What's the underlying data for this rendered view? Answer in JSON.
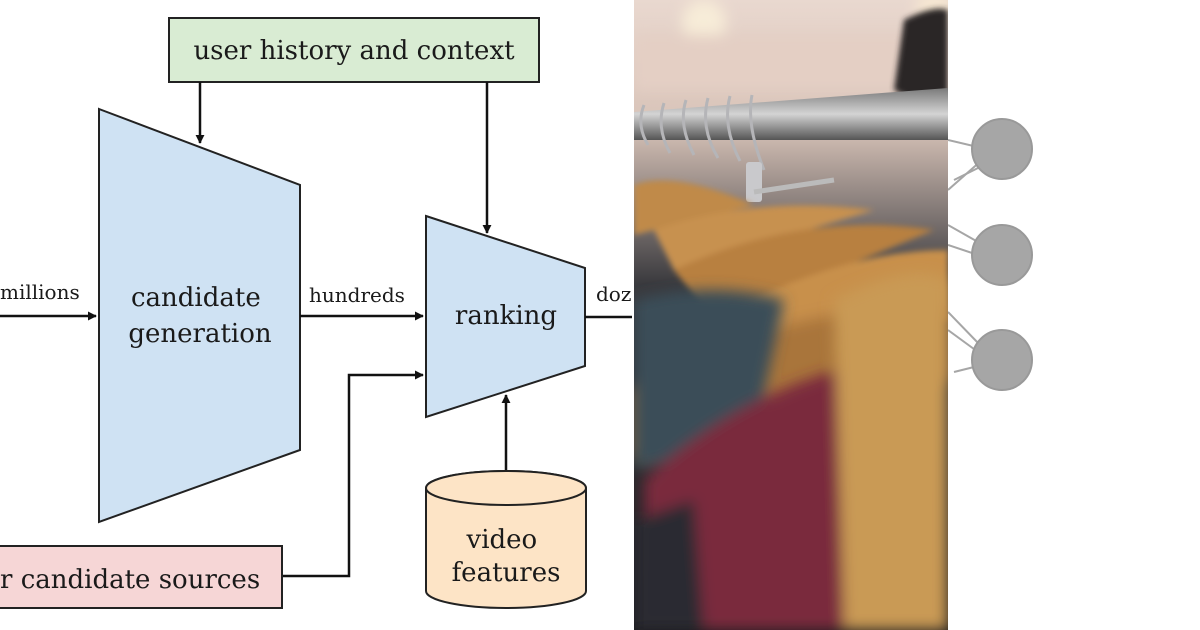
{
  "diagram": {
    "context_box": "user history and context",
    "candidate_generation": [
      "candidate",
      "generation"
    ],
    "ranking": "ranking",
    "video_features": [
      "video",
      "features"
    ],
    "other_sources": "r candidate sources",
    "edge_millions": "millions",
    "edge_hundreds": "hundreds",
    "edge_dozens": "doz"
  },
  "colors": {
    "context_fill": "#d9ecd3",
    "funnel_fill": "#cfe2f3",
    "cylinder_fill": "#fde4c6",
    "sources_fill": "#f6d6d6",
    "node_fill": "#a6a6a6"
  },
  "photo": {
    "subject": "clothes-on-hangers-rack"
  },
  "network": {
    "node_count": 3
  }
}
